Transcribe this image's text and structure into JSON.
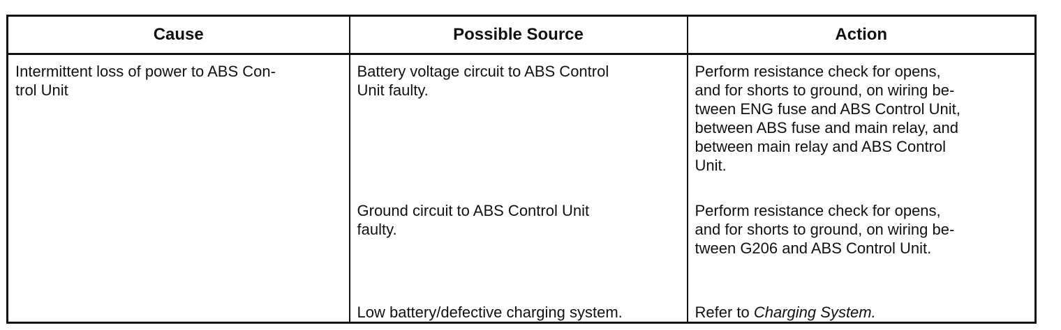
{
  "table": {
    "headers": {
      "cause": "Cause",
      "source": "Possible Source",
      "action": "Action"
    },
    "cause": "Intermittent loss of power to ABS Con-\ntrol Unit",
    "rows": [
      {
        "source": "Battery voltage circuit to ABS Control\nUnit faulty.",
        "action": "Perform resistance check for opens,\nand for shorts to ground, on wiring be-\ntween ENG fuse and ABS Control Unit,\nbetween ABS fuse and main relay, and\nbetween main relay and ABS Control\nUnit."
      },
      {
        "source": "Ground circuit to ABS Control Unit\nfaulty.",
        "action": "Perform resistance check for opens,\nand for shorts to ground, on wiring be-\ntween G206 and ABS Control Unit."
      },
      {
        "source": "Low battery/defective charging system.",
        "action_prefix": "Refer to ",
        "action_ref": "Charging System."
      }
    ]
  }
}
